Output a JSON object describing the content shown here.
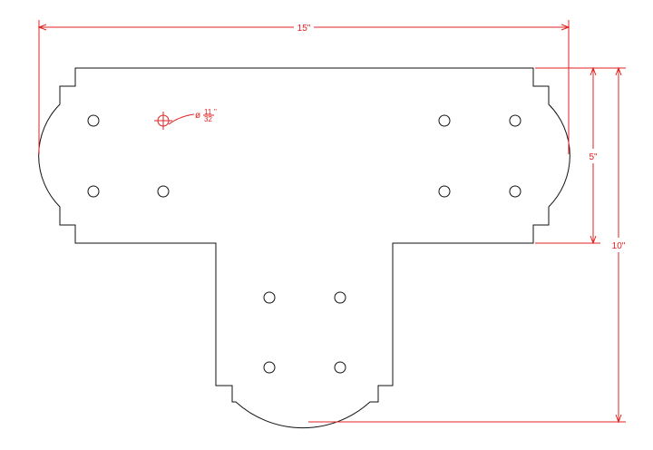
{
  "colors": {
    "outline": "#111111",
    "dimension": "#e02020",
    "background": "#ffffff"
  },
  "dimensions": {
    "width_label": "15\"",
    "short_height_label": "5\"",
    "total_height_label": "10\""
  },
  "hole_callout": {
    "symbol": "ø",
    "numerator": "11",
    "denominator": "32",
    "unit_mark": "\""
  },
  "holes": {
    "count": 12
  }
}
